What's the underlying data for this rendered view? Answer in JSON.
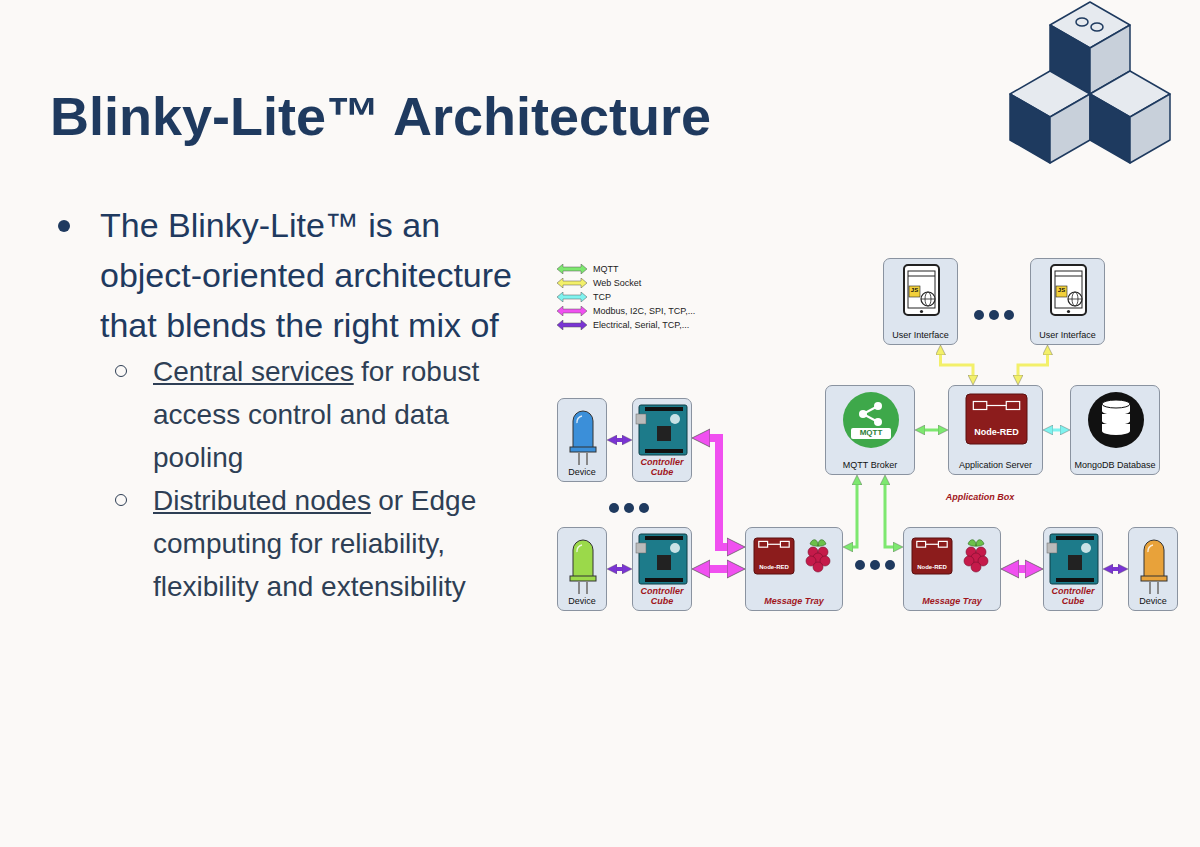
{
  "diagram": {
    "title": "Blinky-Lite™ Architecture",
    "nodes": [
      {
        "text": [
          "JS",
          "User Interface"
        ]
      },
      {
        "text": [
          "JS",
          "User Interface"
        ]
      },
      {
        "text": [
          "Application Box"
        ]
      },
      {
        "text": [
          "MQTT",
          "MQTT Broker"
        ],
        "in": 2
      },
      {
        "text": [
          "Node-RED",
          "Application Server"
        ],
        "in": 2
      },
      {
        "text": [
          "MongoDB Database"
        ],
        "in": 2
      },
      {
        "text": [
          "Device"
        ]
      },
      {
        "text": [
          "Controller Cube"
        ]
      },
      {
        "text": [
          "Device"
        ]
      },
      {
        "text": [
          "Controller Cube"
        ]
      },
      {
        "text": [
          "Node-RED",
          "Message Tray"
        ]
      },
      {
        "text": [
          "Node-RED",
          "Message Tray"
        ]
      },
      {
        "text": [
          "Controller Cube"
        ]
      },
      {
        "text": [
          "Device"
        ]
      }
    ],
    "edges": [
      {
        "from": 0,
        "to": 4,
        "arrow": "both"
      },
      {
        "from": 1,
        "to": 4,
        "arrow": "both"
      },
      {
        "from": 3,
        "to": 4,
        "arrow": "both"
      },
      {
        "from": 4,
        "to": 5,
        "arrow": "both"
      },
      {
        "from": 3,
        "to": 10,
        "arrow": "both"
      },
      {
        "from": 3,
        "to": 11,
        "arrow": "both"
      },
      {
        "from": 6,
        "to": 7,
        "arrow": "both"
      },
      {
        "from": 7,
        "to": 10,
        "arrow": "both"
      },
      {
        "from": 8,
        "to": 9,
        "arrow": "both"
      },
      {
        "from": 9,
        "to": 10,
        "arrow": "both"
      },
      {
        "from": 11,
        "to": 12,
        "arrow": "both"
      },
      {
        "from": 12,
        "to": 13,
        "arrow": "both"
      }
    ],
    "labels": [
      "The Blinky-Lite™ is an object-oriented architecture that blends the right mix of",
      "Central services",
      "for robust access control and data pooling",
      "Distributed nodes",
      "or Edge computing for reliability, flexibility and extensibility"
    ],
    "legend": [
      {
        "text": "MQTT",
        "color": "#7de86f"
      },
      {
        "text": "Web Socket",
        "color": "#f3f06a"
      },
      {
        "text": "TCP",
        "color": "#7ff3ef"
      },
      {
        "text": "Modbus, I2C, SPI, TCP,...",
        "color": "#f050f0"
      },
      {
        "text": "Electrical, Serial, TCP,...",
        "color": "#7a34d4"
      }
    ]
  }
}
